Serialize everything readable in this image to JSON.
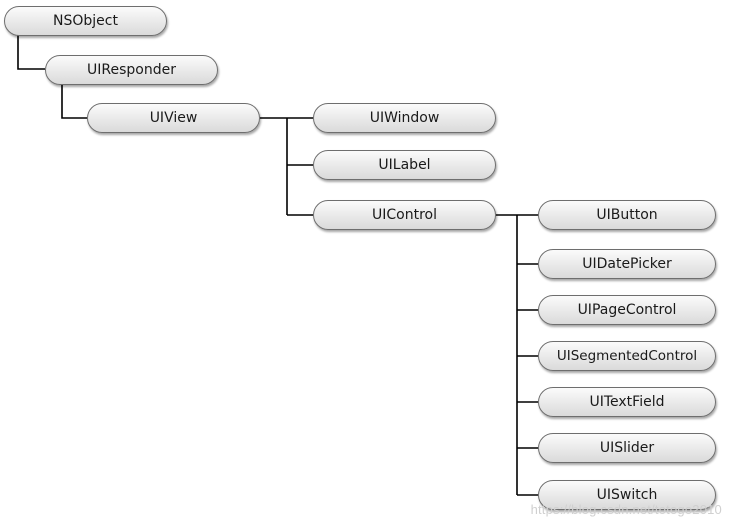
{
  "nodes": {
    "nsobject": "NSObject",
    "uiresponder": "UIResponder",
    "uiview": "UIView",
    "uiwindow": "UIWindow",
    "uilabel": "UILabel",
    "uicontrol": "UIControl",
    "uibutton": "UIButton",
    "uidatepicker": "UIDatePicker",
    "uipagecontrol": "UIPageControl",
    "uisegmentedcontrol": "UISegmentedControl",
    "uitextfield": "UITextField",
    "uislider": "UISlider",
    "uiswitch": "UISwitch"
  },
  "edges": [
    [
      "nsobject",
      "uiresponder"
    ],
    [
      "uiresponder",
      "uiview"
    ],
    [
      "uiview",
      "uiwindow"
    ],
    [
      "uiview",
      "uilabel"
    ],
    [
      "uiview",
      "uicontrol"
    ],
    [
      "uicontrol",
      "uibutton"
    ],
    [
      "uicontrol",
      "uidatepicker"
    ],
    [
      "uicontrol",
      "uipagecontrol"
    ],
    [
      "uicontrol",
      "uisegmentedcontrol"
    ],
    [
      "uicontrol",
      "uitextfield"
    ],
    [
      "uicontrol",
      "uislider"
    ],
    [
      "uicontrol",
      "uiswitch"
    ]
  ],
  "watermark": "https://blog.csdn.net/totogo2010"
}
